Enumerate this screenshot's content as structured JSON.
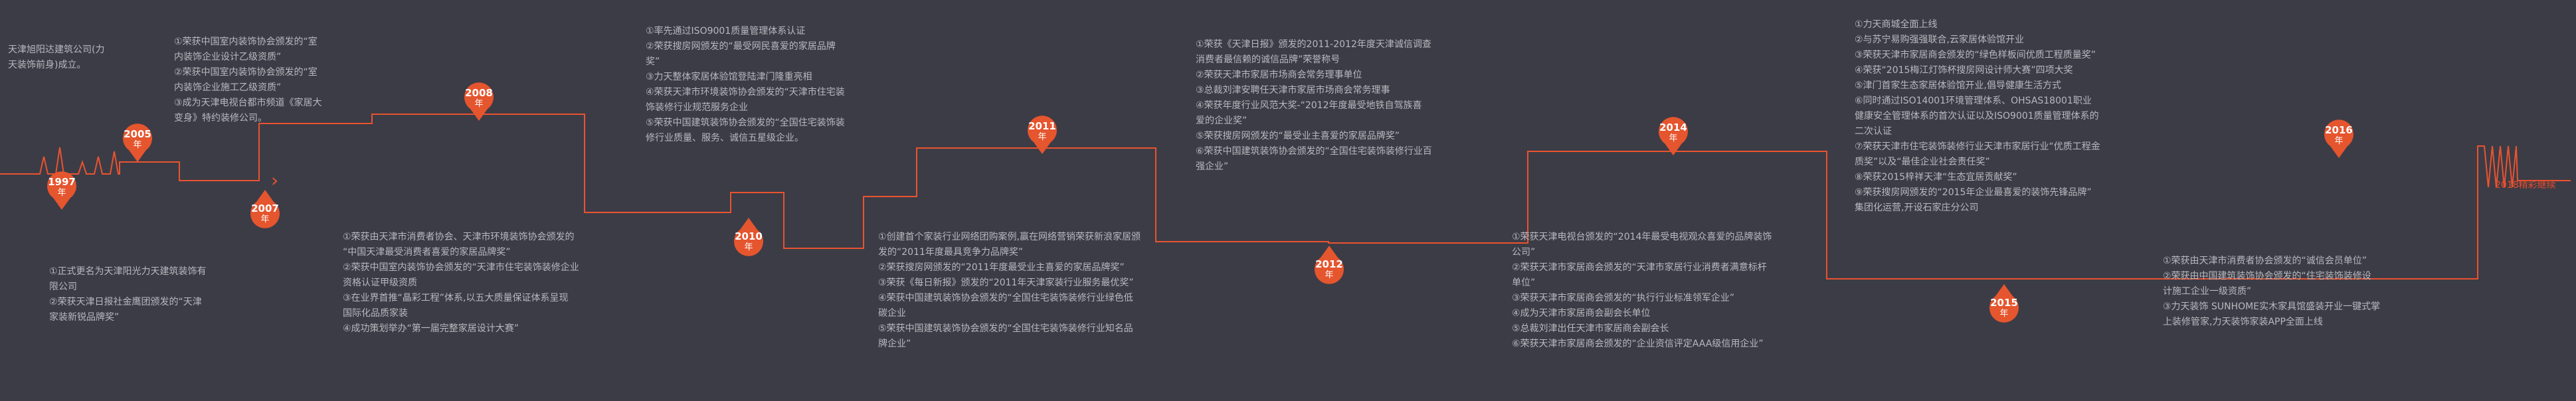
{
  "colors": {
    "background": "#3c3c46",
    "line": "#e9532f",
    "marker": "#e5552e",
    "text": "#b8b8bf"
  },
  "milestones": [
    {
      "year": "1997",
      "suffix": "年",
      "lines": [
        "天津旭阳达建筑公司(力",
        "天装饰前身)成立。"
      ]
    },
    {
      "year": "2005",
      "suffix": "年",
      "top": [
        "①荣获中国室内装饰协会颁发的“室",
        "内装饰企业设计乙级资质”",
        "②荣获中国室内装饰协会颁发的“室",
        "内装饰企业施工乙级资质”",
        "③成为天津电视台都市频道《家居大",
        "变身》特约装修公司。"
      ],
      "bottom": [
        "①正式更名为天津阳光力天建筑装饰有",
        "限公司",
        "②荣获天津日报社金鹰团颁发的“天津",
        "家装新锐品牌奖”"
      ]
    },
    {
      "year": "2007",
      "suffix": "年"
    },
    {
      "year": "2008",
      "suffix": "年",
      "bottom": [
        "①荣获由天津市消费者协会、天津市环境装饰协会颁发的",
        "“中国天津最受消费者喜爱的家居品牌奖”",
        "②荣获中国室内装饰协会颁发的“天津市住宅装饰装修企业",
        "资格认证甲级资质",
        "③在业界首推“晶彩工程”体系,以五大质量保证体系呈现",
        "国际化品质家装",
        "④成功策划举办“第一届完整家居设计大赛”"
      ]
    },
    {
      "year": "2010",
      "suffix": "年",
      "top": [
        "①率先通过ISO9001质量管理体系认证",
        "②荣获搜房网颁发的“最受网民喜爱的家居品牌",
        "奖”",
        "③力天整体家居体验馆登陆津门隆重亮相",
        "④荣获天津市环境装饰协会颁发的“天津市住宅装",
        "饰装修行业规范服务企业",
        "⑤荣获中国建筑装饰协会颁发的“全国住宅装饰装",
        "修行业质量、服务、诚信五星级企业。"
      ]
    },
    {
      "year": "2011",
      "suffix": "年",
      "bottom": [
        "①创建首个家装行业网络团购案例,赢在网络营销荣获新浪家居颁",
        "发的“2011年度最具竞争力品牌奖”",
        "②荣获搜房网颁发的“2011年度最受业主喜爱的家居品牌奖”",
        "③荣获《每日新报》颁发的“2011年天津家装行业服务最优奖”",
        "④荣获中国建筑装饰协会颁发的“全国住宅装饰装修行业绿色低",
        "碳企业",
        "⑤荣获中国建筑装饰协会颁发的“全国住宅装饰装修行业知名品",
        "牌企业”"
      ]
    },
    {
      "year": "2012",
      "suffix": "年",
      "top": [
        "①荣获《天津日报》颁发的2011-2012年度天津诚信调查",
        "消费者最信赖的诚信品牌”荣誉称号",
        "②荣获天津市家居市场商会常务理事单位",
        "③总裁刘津安聘任天津市家居市场商会常务理事",
        "④荣获年度行业风范大奖-“2012年度最受地铁自驾族喜",
        "爱的企业奖”",
        "⑤荣获搜房网颁发的“最受业主喜爱的家居品牌奖”",
        "⑥荣获中国建筑装饰协会颁发的“全国住宅装饰装修行业百",
        "强企业”"
      ]
    },
    {
      "year": "2014",
      "suffix": "年",
      "bottom": [
        "①荣获天津电视台颁发的“2014年最受电视观众喜爱的品牌装饰",
        "公司”",
        "②荣获天津市家居商会颁发的“天津市家居行业消费者满意标杆",
        "单位”",
        "③荣获天津市家居商会颁发的“执行行业标准领军企业”",
        "④成为天津市家居商会副会长单位",
        "⑤总裁刘津出任天津市家居商会副会长",
        "⑥荣获天津市家居商会颁发的“企业资信评定AAA级信用企业”"
      ]
    },
    {
      "year": "2015",
      "suffix": "年",
      "top": [
        "①力天商城全面上线",
        "②与苏宁易购强强联合,云家居体验馆开业",
        "③荣获天津市家居商会颁发的“绿色样板间优质工程质量奖”",
        "④荣获“2015梅江灯饰杯搜房网设计师大赛”四项大奖",
        "⑤津门首家生态家居体验馆开业,倡导健康生活方式",
        "⑥同时通过ISO14001环境管理体系、OHSAS18001职业",
        "健康安全管理体系的首次认证以及ISO9001质量管理体系的",
        "二次认证",
        "⑦荣获天津市住宅装饰装修行业天津市家居行业“优质工程金",
        "质奖”以及“最佳企业社会责任奖”",
        "⑧荣获2015梓祥天津“生态宜居贡献奖”",
        "⑨荣获搜房网颁发的“2015年企业最喜爱的装饰先锋品牌”",
        "集团化运营,开设石家庄分公司"
      ]
    },
    {
      "year": "2016",
      "suffix": "年",
      "bottom": [
        "①荣获由天津市消费者协会颁发的“诚信会员单位”",
        "②荣获由中国建筑装饰协会颁发的“住宅装饰装修设",
        "计施工企业一级资质”",
        "③力天装饰 SUNHOME实木家具馆盛装开业一键式掌",
        "上装修管家,力天装饰家装APP全面上线"
      ]
    }
  ],
  "end_label": "2018精彩继续"
}
